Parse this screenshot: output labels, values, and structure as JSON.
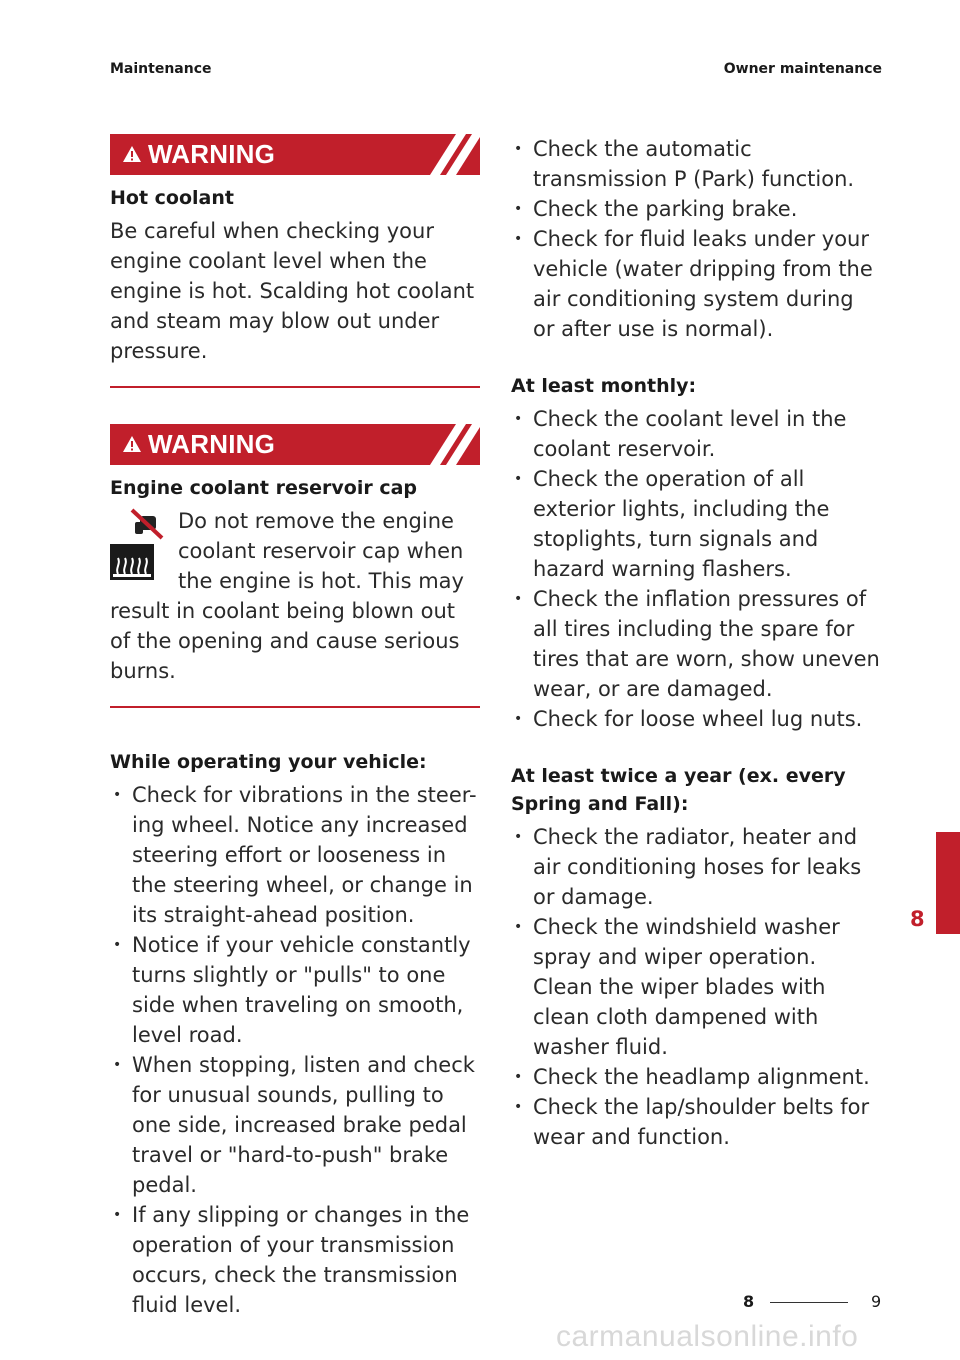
{
  "header": {
    "section": "Maintenance",
    "chapter": "Owner maintenance"
  },
  "colors": {
    "accent": "#c11f2b"
  },
  "warnings": [
    {
      "label": "WARNING",
      "title": "Hot coolant",
      "body": "Be careful when checking your engine coolant level when the engine is hot. Scalding hot coolant and steam may blow out under pressure."
    },
    {
      "label": "WARNING",
      "title": "Engine coolant reservoir cap",
      "icon": "hot-coolant-no-open-icon",
      "body": "Do not remove the engine coolant reservoir cap when the engine is hot. This may result in coolant being blown out of the opening and cause serious burns."
    }
  ],
  "sections": {
    "operating": {
      "title": "While operating your vehicle:",
      "items": [
        "Check for vibrations in the steer-ing wheel. Notice any increased steering effort or looseness in the steering wheel, or change in its straight-ahead position.",
        "Notice if your vehicle constantly turns slightly or \"pulls\" to one side when traveling on smooth, level road.",
        "When stopping, listen and check for unusual sounds, pulling to one side, increased brake pedal travel or \"hard-to-push\" brake pedal.",
        "If any slipping or changes in the operation of your transmission occurs, check the transmission fluid level."
      ]
    },
    "operating_cont": {
      "items": [
        "Check the automatic transmission P (Park) function.",
        "Check the parking brake.",
        "Check for fluid leaks under your vehicle (water dripping from the air conditioning system during or after use is normal)."
      ]
    },
    "monthly": {
      "title": "At least monthly:",
      "items": [
        "Check the coolant level in the coolant reservoir.",
        "Check the operation of all exterior lights, including the stoplights, turn signals and hazard warning flashers.",
        "Check the inflation pressures of all tires including the spare for tires that are worn, show uneven wear, or are damaged.",
        "Check for loose wheel lug nuts."
      ]
    },
    "twice_year": {
      "title": "At least twice a year (ex. every Spring and Fall):",
      "items": [
        "Check the radiator, heater and air conditioning hoses for leaks or damage.",
        "Check the windshield washer spray and wiper operation. Clean the wiper blades with clean cloth dampened with washer fluid.",
        "Check the headlamp alignment.",
        "Check the lap/shoulder belts for wear and function."
      ]
    }
  },
  "chapter_tab": "8",
  "footer": {
    "chapter": "8",
    "page": "9"
  },
  "watermark": "carmanualsonline.info"
}
